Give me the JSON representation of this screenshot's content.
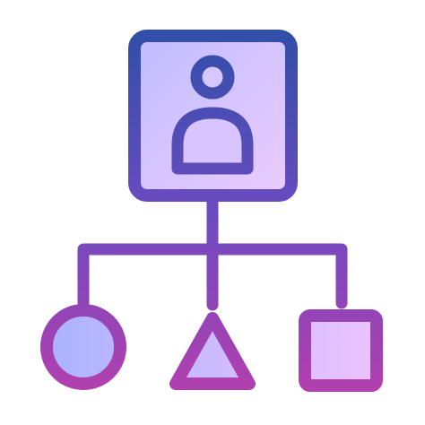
{
  "icon": {
    "name": "organization-hierarchy-icon",
    "colors": {
      "stroke_top": "#2f4fa8",
      "stroke_bottom": "#b43fae",
      "fill_left": "#a9b3ff",
      "fill_right": "#f0c3ff",
      "card_fill_top": "#c8c2ff",
      "card_fill_bottom": "#ead0ff"
    },
    "nodes": [
      {
        "name": "person-card",
        "shape": "rounded-square-with-user"
      },
      {
        "name": "circle-node",
        "shape": "circle"
      },
      {
        "name": "triangle-node",
        "shape": "triangle"
      },
      {
        "name": "square-node",
        "shape": "square"
      }
    ]
  }
}
